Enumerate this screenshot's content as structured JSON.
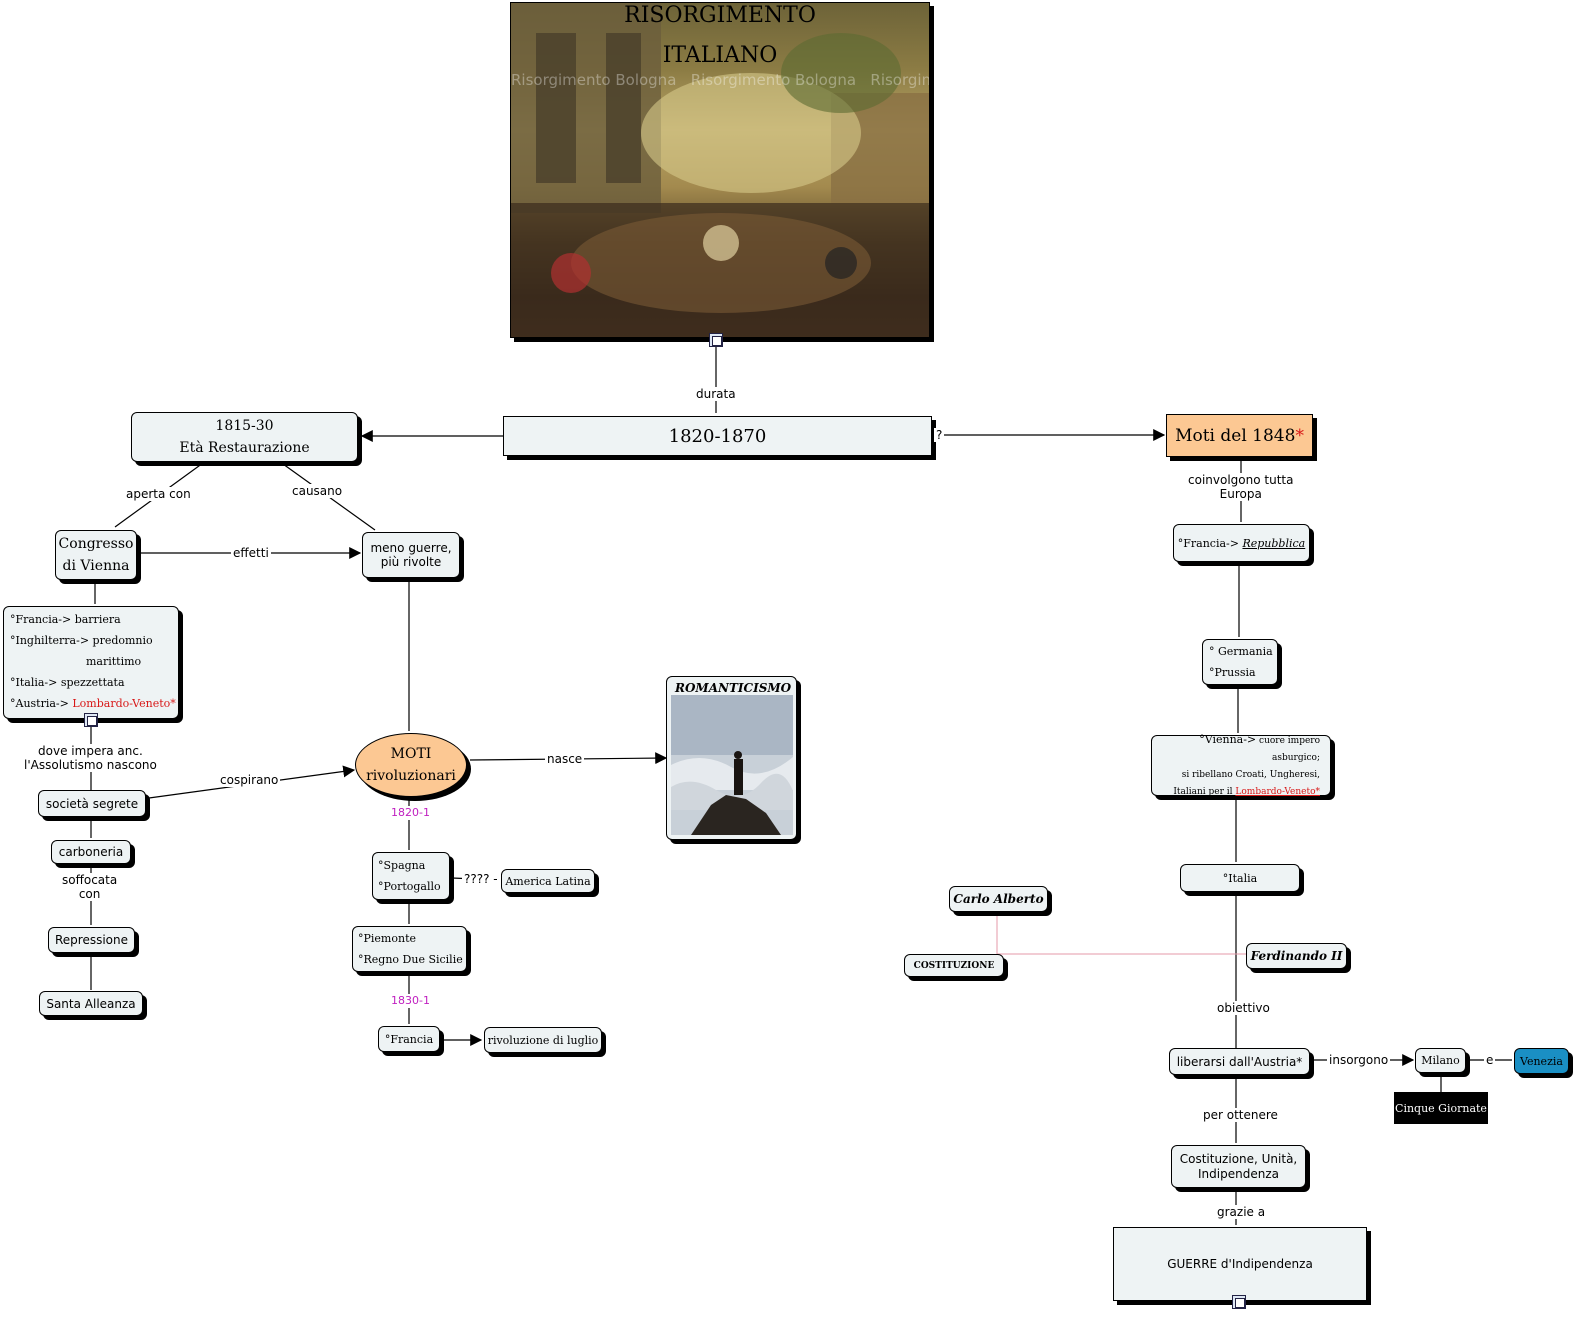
{
  "title": {
    "line1": "RISORGIMENTO",
    "line2": "ITALIANO"
  },
  "painting_watermark": [
    "Risorgimento Bologna",
    "Risorgimento Bologna",
    "Risorgimento Bologna"
  ],
  "main": {
    "period": "1820-1870",
    "durata": "durata",
    "question": "?"
  },
  "restaurazione": {
    "years": "1815-30",
    "name": "Età Restaurazione",
    "aperta_con": "aperta con",
    "causano": "causano"
  },
  "congresso": {
    "line1": "Congresso",
    "line2": "di Vienna",
    "effetti": "effetti"
  },
  "meno_guerre": {
    "line1": "meno guerre,",
    "line2": "più rivolte"
  },
  "congresso_list": {
    "francia": "°Francia-> barriera",
    "inghilterra": "°Inghilterra-> predomnio",
    "inghilterra2": "marittimo",
    "italia": "°Italia-> spezzettata",
    "austria": "°Austria->",
    "austria_link": "Lombardo-Veneto*"
  },
  "dove_impera": {
    "line1": "dove impera anc.",
    "line2": "l'Assolutismo nascono"
  },
  "societa": "società segrete",
  "cospirano": "cospirano",
  "carboneria": "carboneria",
  "soffocata": {
    "line1": "soffocata",
    "line2": "con"
  },
  "repressione": "Repressione",
  "santa_alleanza": "Santa Alleanza",
  "moti": {
    "line1": "MOTI",
    "line2": "rivoluzionari",
    "nasce": "nasce",
    "date1": "1820-1",
    "date2": "1830-1"
  },
  "romanticismo": "ROMANTICISMO",
  "spagna": {
    "line1": "°Spagna",
    "line2": "°Portogallo",
    "link": "???? -",
    "america": "America Latina"
  },
  "piemonte": {
    "line1": "°Piemonte",
    "line2": "°Regno Due Sicilie"
  },
  "francia": {
    "label": "°Francia",
    "rivoluzione": "rivoluzione di luglio"
  },
  "moti1848": {
    "label": "Moti del 1848",
    "star": "*",
    "coinvolgono": "coinvolgono tutta",
    "coinvolgono2": "Europa"
  },
  "francia_rep": {
    "prefix": "°Francia->",
    "link": "Repubblica"
  },
  "germania": {
    "line1": "° Germania",
    "line2": "°Prussia"
  },
  "vienna": {
    "prefix": "°Vienna->",
    "line1": "cuore impero asburgico;",
    "line2": "si ribellano Croati, Ungheresi,",
    "line3": "Italiani per il",
    "link": "Lombardo-Veneto*"
  },
  "italia": "°Italia",
  "carlo_alberto": "Carlo Alberto",
  "costituzione": "COSTITUZIONE",
  "ferdinando": "Ferdinando II",
  "obiettivo": "obiettivo",
  "liberarsi": "liberarsi dall'Austria*",
  "insorgono": "insorgono",
  "milano": "Milano",
  "e": "e",
  "venezia": "Venezia",
  "cinque_giornate": "Cinque Giornate",
  "per_ottenere": "per ottenere",
  "costituzione_unita": {
    "line1": "Costituzione, Unità,",
    "line2": "Indipendenza"
  },
  "grazie_a": "grazie a",
  "guerre": "GUERRE d'Indipendenza"
}
